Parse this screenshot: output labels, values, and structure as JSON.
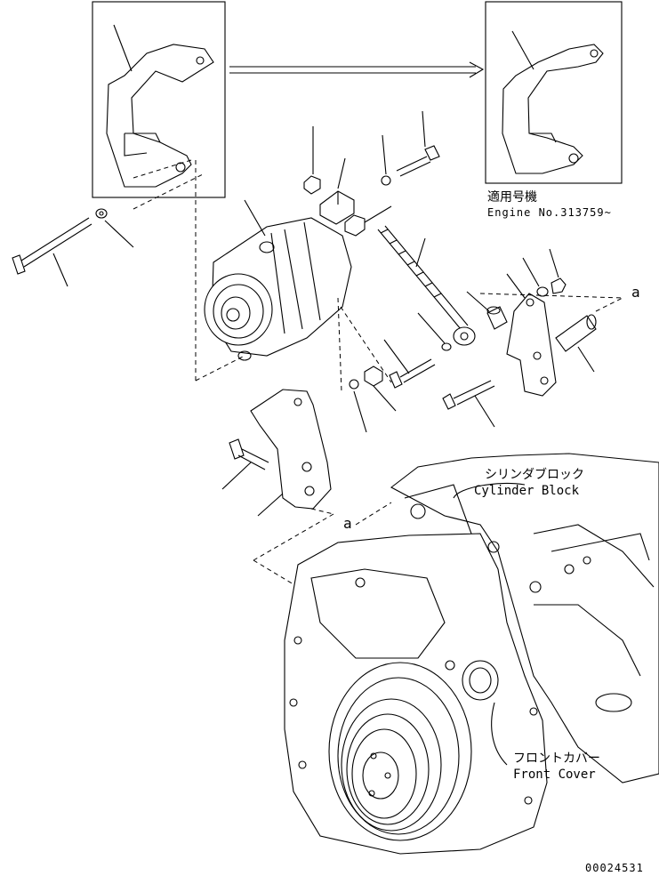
{
  "applicability": {
    "label_jp": "適用号機",
    "label_en": "Engine No.313759~"
  },
  "callouts": {
    "cylinder_block_jp": "シリンダブロック",
    "cylinder_block_en": "Cylinder Block",
    "front_cover_jp": "フロントカバー",
    "front_cover_en": "Front Cover",
    "connection_a_1": "a",
    "connection_a_2": "a"
  },
  "figure_id": "00024531"
}
